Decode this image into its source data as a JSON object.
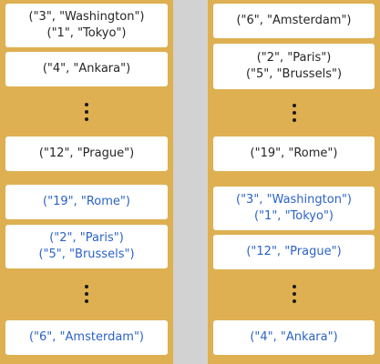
{
  "left_column": {
    "top_cells": [
      [
        "(\"3\", \"Washington\")",
        "(\"1\", \"Tokyo\")"
      ],
      [
        "(\"4\", \"Ankara\")"
      ]
    ],
    "top_last": [
      "(\"12\", \"Prague\")"
    ],
    "bottom_cells": [
      [
        "(\"19\", \"Rome\")"
      ],
      [
        "(\"2\", \"Paris\")",
        "(\"5\", \"Brussels\")"
      ]
    ],
    "bottom_last": [
      "(\"6\", \"Amsterdam\")"
    ]
  },
  "right_column": {
    "top_cells": [
      [
        "(\"6\", \"Amsterdam\")"
      ],
      [
        "(\"2\", \"Paris\")",
        "(\"5\", \"Brussels\")"
      ]
    ],
    "top_last": [
      "(\"19\", \"Rome\")"
    ],
    "bottom_cells": [
      [
        "(\"3\", \"Washington\")",
        "(\"1\", \"Tokyo\")"
      ],
      [
        "(\"12\", \"Prague\")"
      ]
    ],
    "bottom_last": [
      "(\"4\", \"Ankara\")"
    ]
  },
  "colors": {
    "column_bg": "#deb052",
    "gap_bg": "#d2d2d2",
    "text_dark": "#262626",
    "text_blue": "#2b63c6"
  }
}
